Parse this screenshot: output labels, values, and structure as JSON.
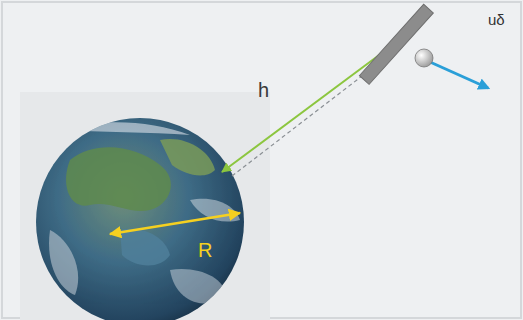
{
  "diagram": {
    "labels": [
      "h",
      "R",
      "uδ"
    ]
  }
}
